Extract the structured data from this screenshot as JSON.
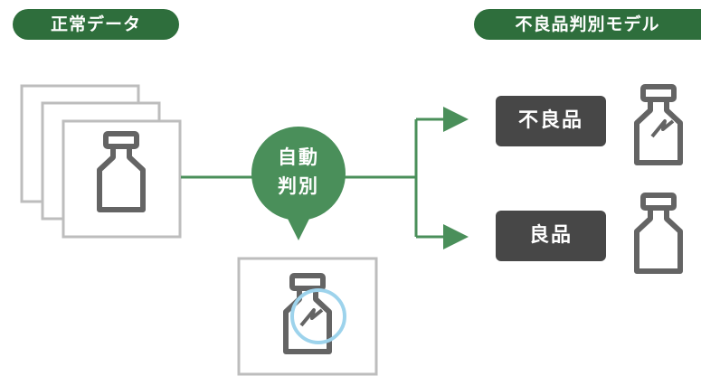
{
  "labels": {
    "normal_data": "正常データ",
    "model": "不良品判別モデル",
    "auto_line1": "自動",
    "auto_line2": "判別",
    "defective": "不良品",
    "good": "良品"
  },
  "colors": {
    "green": "#2e6e3c",
    "arrow_green": "#4a8f5a",
    "dark_box": "#474747",
    "bottle_stroke": "#646464",
    "frame": "#bdbdbd",
    "highlight": "#9dd3ec"
  },
  "icons": {
    "bottle": "bottle-icon",
    "defect_bottle": "cracked-bottle-icon"
  }
}
